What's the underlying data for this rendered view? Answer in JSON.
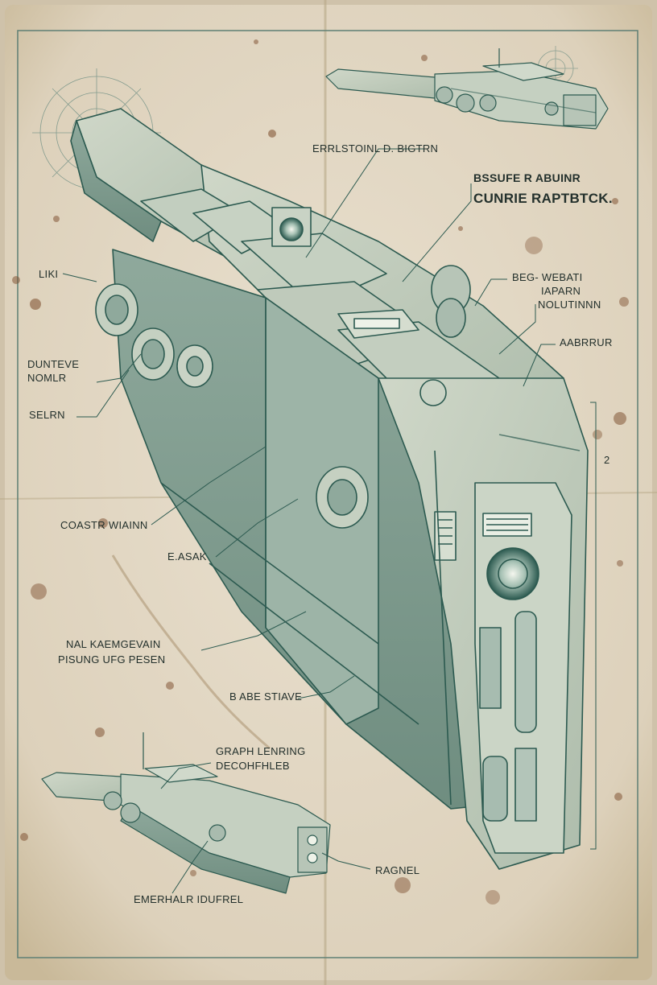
{
  "colors": {
    "paper": "#e6dccb",
    "paper_edge": "#cfc2aa",
    "ink": "#2c5a50",
    "ink_dark": "#1e3d37",
    "hull": "#b9c6b6",
    "hull_shade": "#7f9b8f",
    "stain": "#7a4a2a",
    "label_text": "#23302c"
  },
  "labels": {
    "top_center": "ERRLSTOINL D. BIGTRN",
    "top_right_line1": "BSSUFE R ABUINR",
    "top_right_line2": "CUNRIE RAPTBTCK.",
    "left_1": "LIKI",
    "left_2_line1": "DUNTEVE",
    "left_2_line2": "NOMLR",
    "left_3": "SELRN",
    "right_1_line1": "BEG- WEBATI",
    "right_1_line2": "IAPARN",
    "right_1_line3": "NOLUTINNN",
    "right_2": "AABRRUR",
    "left_4": "COASTR WIAINN",
    "left_5": "E.ASAK",
    "left_6_line1": "NAL KAEMGEVAIN",
    "left_6_line2": "PISUNG UFG PESEN",
    "center_low": "B ABE STIAVE",
    "bottom_left_line1": "GRAPH LENRING",
    "bottom_left_line2": "DECOHFHLEB",
    "bottom_right": "RAGNEL",
    "bottom_center": "EMERHALR IDUFREL",
    "side_mark": "2"
  }
}
